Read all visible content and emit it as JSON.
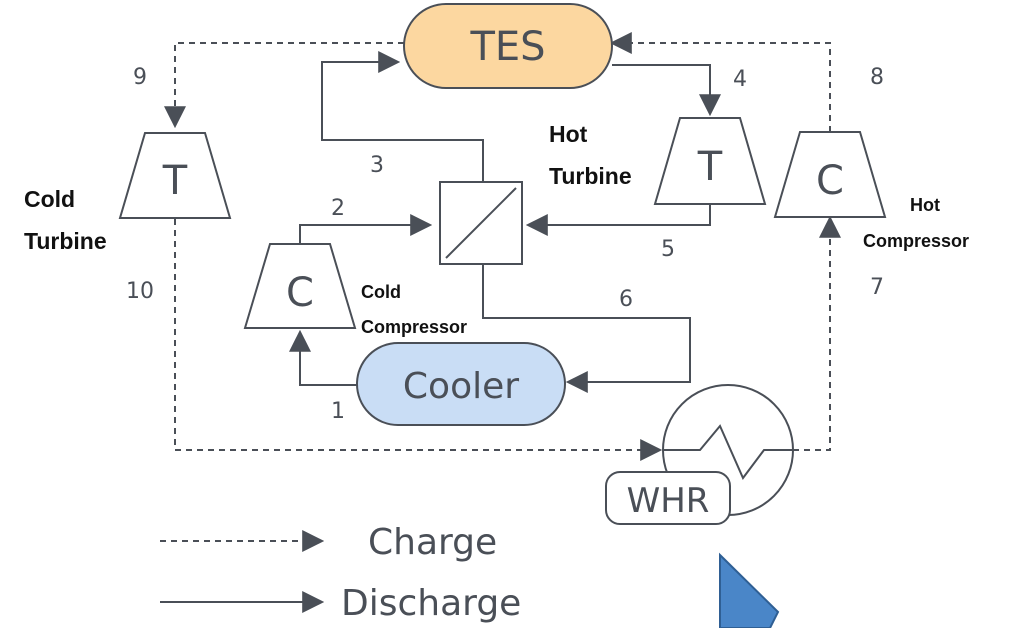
{
  "components": {
    "tes": "TES",
    "cooler": "Cooler",
    "whr": "WHR",
    "cold_turbine_symbol": "T",
    "hot_turbine_symbol": "T",
    "cold_compressor_symbol": "C",
    "hot_compressor_symbol": "C"
  },
  "labels": {
    "cold_turbine": [
      "Cold",
      "Turbine"
    ],
    "hot_turbine": [
      "Hot",
      "Turbine"
    ],
    "cold_compressor": [
      "Cold",
      "Compressor"
    ],
    "hot_compressor": [
      "Hot",
      "Compressor"
    ]
  },
  "state_points": [
    "1",
    "2",
    "3",
    "4",
    "5",
    "6",
    "7",
    "8",
    "9",
    "10"
  ],
  "legend": {
    "charge": "Charge",
    "discharge": "Discharge"
  },
  "colors": {
    "tes_fill": "#fcd7a0",
    "cooler_fill": "#c9ddf5",
    "cursor_fill": "#4a86c8",
    "line": "#4a4f57"
  }
}
